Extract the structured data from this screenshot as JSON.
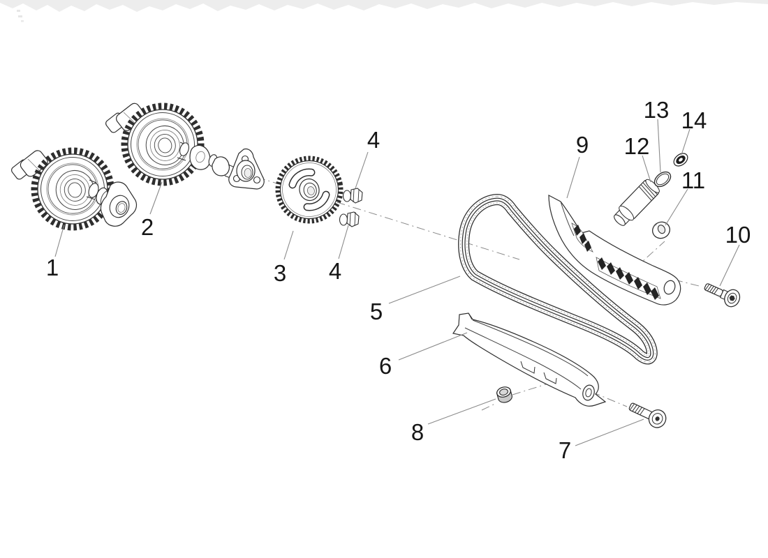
{
  "figure": {
    "kind": "exploded-parts-diagram"
  },
  "colors": {
    "background": "#ffffff",
    "ink": "#2e2e2e",
    "leader_line": "#8a8a8a",
    "axis_line": "#8a8a8a",
    "chain_texture": "#b5b5b5",
    "paper_edge": "#ededed",
    "dark_fill": "#242424"
  },
  "callouts": [
    {
      "id": "1",
      "label": "1"
    },
    {
      "id": "2",
      "label": "2"
    },
    {
      "id": "3",
      "label": "3"
    },
    {
      "id": "4a",
      "label": "4"
    },
    {
      "id": "4b",
      "label": "4"
    },
    {
      "id": "5",
      "label": "5"
    },
    {
      "id": "6",
      "label": "6"
    },
    {
      "id": "7",
      "label": "7"
    },
    {
      "id": "8",
      "label": "8"
    },
    {
      "id": "9",
      "label": "9"
    },
    {
      "id": "10",
      "label": "10"
    },
    {
      "id": "11",
      "label": "11"
    },
    {
      "id": "12",
      "label": "12"
    },
    {
      "id": "13",
      "label": "13"
    },
    {
      "id": "14",
      "label": "14"
    }
  ]
}
